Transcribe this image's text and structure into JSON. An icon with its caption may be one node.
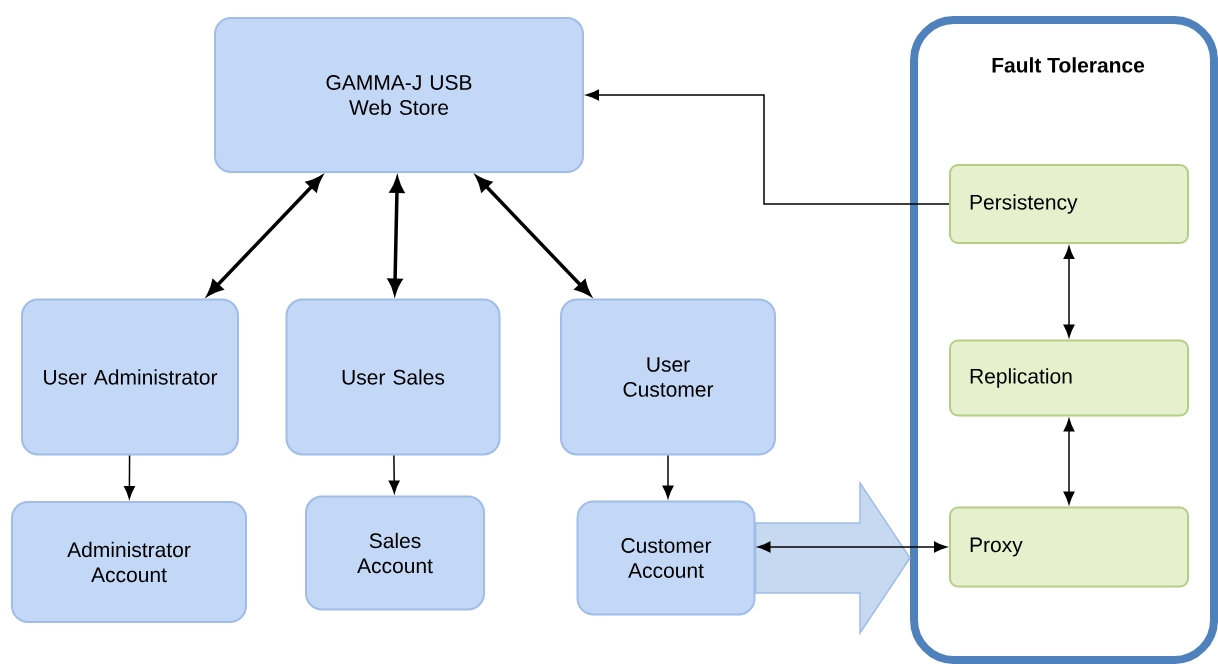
{
  "diagram": {
    "nodes": [
      {
        "text": [
          "GAMMA-J USB Web Store"
        ]
      },
      {
        "text": [
          "User Administrator"
        ]
      },
      {
        "text": [
          "User Sales"
        ]
      },
      {
        "text": [
          "User Customer"
        ]
      },
      {
        "text": [
          "Administrator Account"
        ]
      },
      {
        "text": [
          "Sales Account"
        ]
      },
      {
        "text": [
          "Customer Account"
        ]
      },
      {
        "text": [
          "Fault Tolerance"
        ]
      },
      {
        "text": [
          "Persistency"
        ],
        "in": 7
      },
      {
        "text": [
          "Replication"
        ],
        "in": 7
      },
      {
        "text": [
          "Proxy"
        ],
        "in": 7
      }
    ],
    "edges": [
      {
        "from": 0,
        "to": 1,
        "arrow": "both",
        "style": "thick"
      },
      {
        "from": 0,
        "to": 2,
        "arrow": "both",
        "style": "thick"
      },
      {
        "from": 0,
        "to": 3,
        "arrow": "both",
        "style": "thick"
      },
      {
        "from": 1,
        "to": 4,
        "arrow": "to"
      },
      {
        "from": 2,
        "to": 5,
        "arrow": "to"
      },
      {
        "from": 3,
        "to": 6,
        "arrow": "to"
      },
      {
        "from": 8,
        "to": 0,
        "arrow": "to"
      },
      {
        "from": 8,
        "to": 9,
        "arrow": "both"
      },
      {
        "from": 9,
        "to": 10,
        "arrow": "both"
      },
      {
        "from": 6,
        "to": 7,
        "arrow": "to",
        "style": "thick",
        "color": "#c6d9f1"
      },
      {
        "from": 6,
        "to": 10,
        "arrow": "both"
      }
    ]
  }
}
